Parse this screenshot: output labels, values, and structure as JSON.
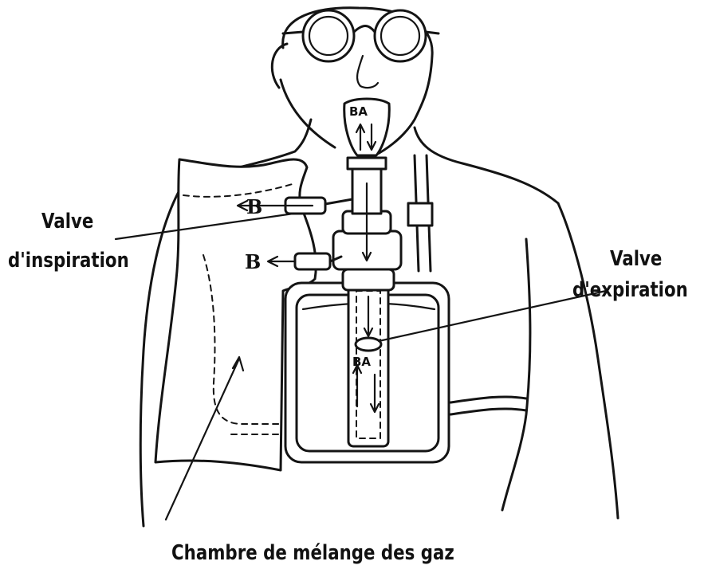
{
  "labels": {
    "valve_inspiration_line1": "Valve",
    "valve_inspiration_line2": "d'inspiration",
    "valve_expiration_line1": "Valve",
    "valve_expiration_line2": "d'expiration",
    "mixing_chamber": "Chambre de mélange des gaz"
  },
  "markers": {
    "mouth_ba": "BA",
    "canister_ba": "BA",
    "outlet_b_upper": "B",
    "outlet_b_lower": "B"
  }
}
